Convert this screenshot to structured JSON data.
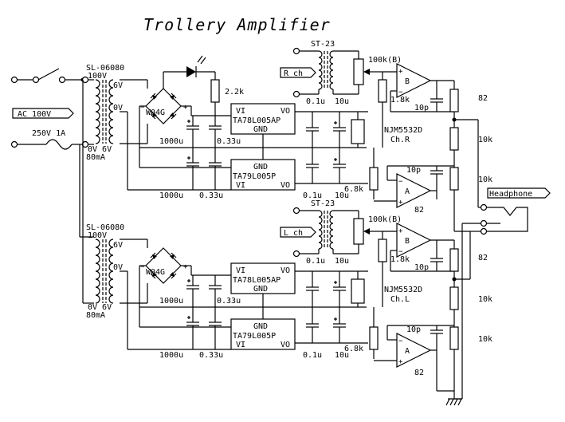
{
  "title": "Trollery Amplifier",
  "mains": {
    "ac_input": "AC 100V",
    "fuse": "250V 1A"
  },
  "transformer": {
    "part": "SL-06080",
    "primary": "100V",
    "secondary_top": "6V",
    "secondary_center": "0V",
    "secondary_bottom": "0V 6V",
    "current": "80mA"
  },
  "power_supply": {
    "rectifier": "W04G",
    "led_resistor": "2.2k",
    "bulk_cap": "1000u",
    "filter_cap": "0.33u",
    "pos_regulator": {
      "part": "TA78L005AP",
      "vi": "VI",
      "vo": "VO",
      "gnd": "GND"
    },
    "neg_regulator": {
      "part": "TA79L005P",
      "vi": "VI",
      "vo": "VO",
      "gnd": "GND"
    },
    "bypass_cap": "0.1u",
    "out_cap": "10u"
  },
  "signal": {
    "input_transformer": "ST-23",
    "channel_r": "R ch",
    "channel_l": "L ch",
    "volume": "100k(B)",
    "bias_resistor": "1.8k",
    "feedback_cap": "10p",
    "output_resistor": "82",
    "divider_resistor": "10k",
    "gain_resistor": "6.8k",
    "opamp_b": "B",
    "opamp_a": "A",
    "opamp_part": "NJM5532D",
    "ch_r": "Ch.R",
    "ch_l": "Ch.L",
    "output_jack": "Headphone"
  }
}
